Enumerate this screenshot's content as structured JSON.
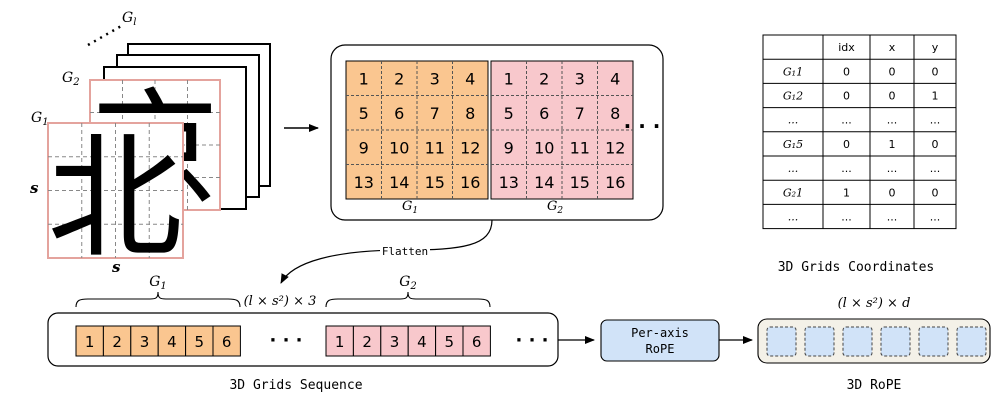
{
  "colors": {
    "orange": "#fac690",
    "pink": "#f8c8cc",
    "blue": "#d1e3f8",
    "rope_bg": "#f4f1e8",
    "stack_border": "#e4a39d"
  },
  "stack": {
    "label_g1": "G",
    "label_g1_sub": "1",
    "label_g2": "G",
    "label_g2_sub": "2",
    "label_gl": "G",
    "label_gl_sub": "l",
    "side_label": "s",
    "bottom_label": "s",
    "front_char": "北",
    "back_char": "京"
  },
  "grid_panel": {
    "g1_numbers": [
      "1",
      "2",
      "3",
      "4",
      "5",
      "6",
      "7",
      "8",
      "9",
      "10",
      "11",
      "12",
      "13",
      "14",
      "15",
      "16"
    ],
    "g2_numbers": [
      "1",
      "2",
      "3",
      "4",
      "5",
      "6",
      "7",
      "8",
      "9",
      "10",
      "11",
      "12",
      "13",
      "14",
      "15",
      "16"
    ],
    "g1_label": "G",
    "g1_label_sub": "1",
    "g2_label": "G",
    "g2_label_sub": "2",
    "ellipsis": "· · ·"
  },
  "flatten_label": "Flatten",
  "coords_table": {
    "headers": [
      "",
      "idx",
      "x",
      "y"
    ],
    "rows": [
      [
        "G₁1",
        "0",
        "0",
        "0"
      ],
      [
        "G₁2",
        "0",
        "0",
        "1"
      ],
      [
        "...",
        "...",
        "...",
        "..."
      ],
      [
        "G₁5",
        "0",
        "1",
        "0"
      ],
      [
        "...",
        "...",
        "...",
        "..."
      ],
      [
        "G₂1",
        "1",
        "0",
        "0"
      ],
      [
        "...",
        "...",
        "...",
        "..."
      ]
    ],
    "caption": "3D Grids Coordinates"
  },
  "sequence": {
    "g1_label": "G",
    "g1_label_sub": "1",
    "g2_label": "G",
    "g2_label_sub": "2",
    "size_label": "(l × s²) × 3",
    "g1_cells": [
      "1",
      "2",
      "3",
      "4",
      "5",
      "6"
    ],
    "g2_cells": [
      "1",
      "2",
      "3",
      "4",
      "5",
      "6"
    ],
    "ellipsis_mid": "· · ·",
    "ellipsis_end": "· · ·",
    "caption": "3D Grids Sequence"
  },
  "per_axis": {
    "line1": "Per-axis",
    "line2": "RoPE"
  },
  "rope": {
    "size_label": "(l × s²) × d",
    "caption": "3D RoPE"
  }
}
